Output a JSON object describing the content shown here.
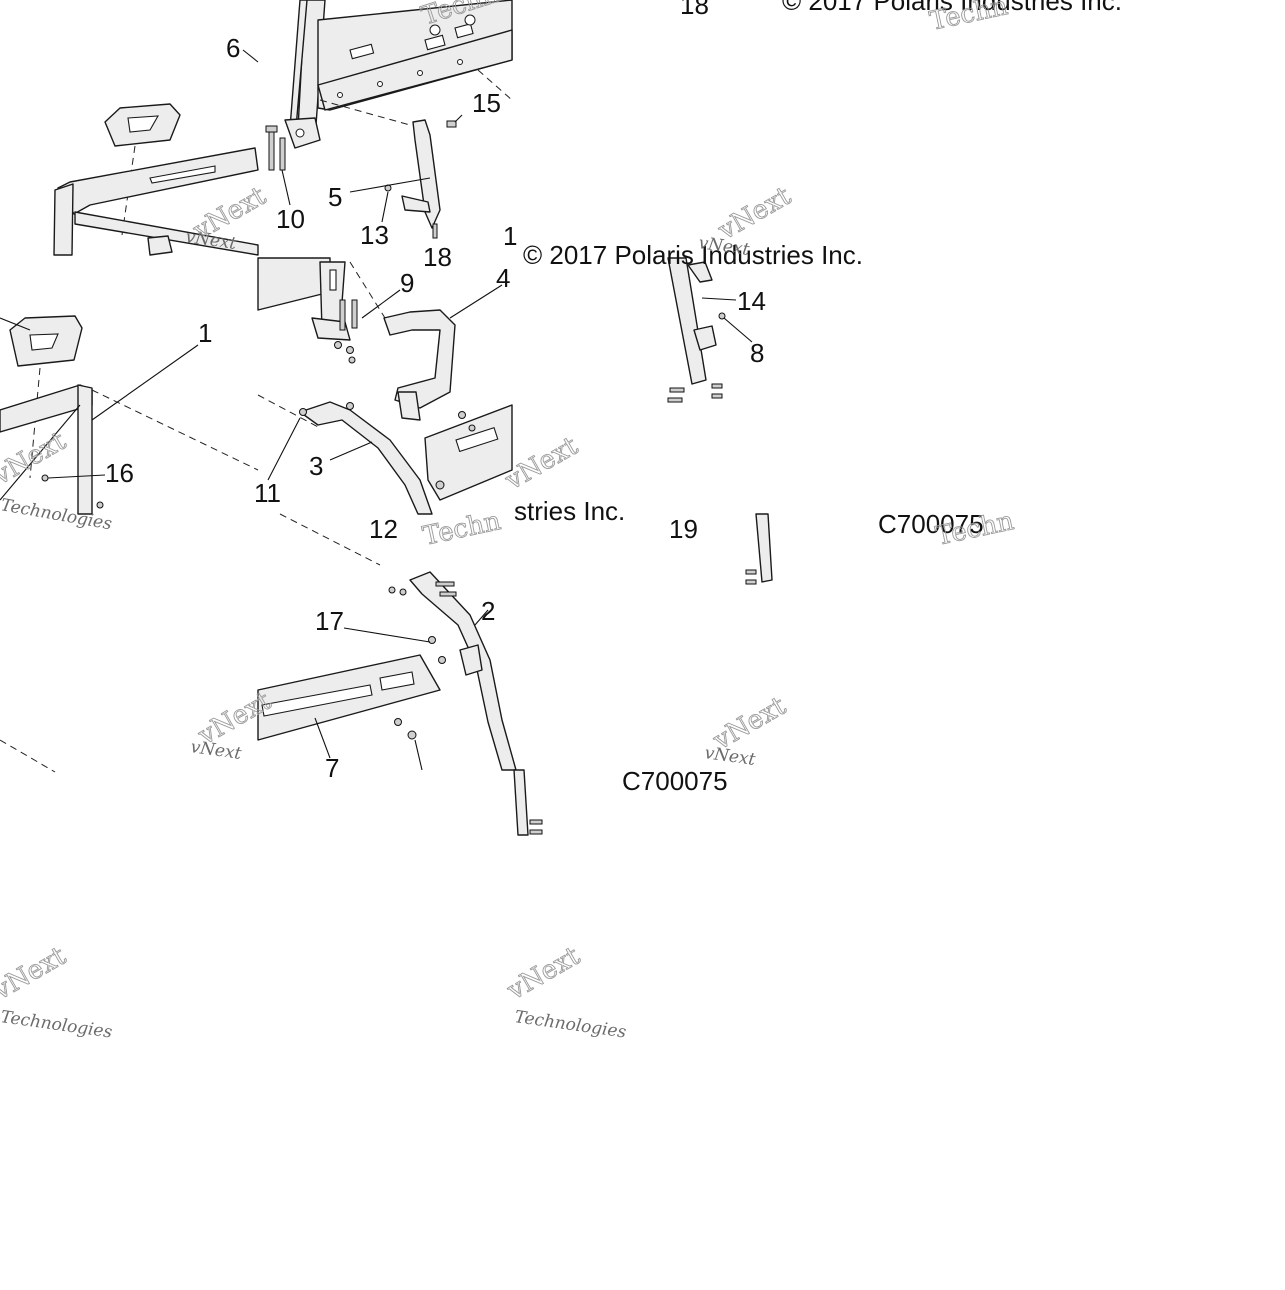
{
  "callouts": [
    "1",
    "2",
    "3",
    "4",
    "5",
    "6",
    "7",
    "8",
    "9",
    "10",
    "11",
    "12",
    "13",
    "14",
    "15",
    "16",
    "17",
    "18",
    "19"
  ],
  "labels": {
    "n6": "6",
    "n15": "15",
    "n5": "5",
    "n10": "10",
    "n13": "13",
    "n18a": "18",
    "n1a": "1",
    "n18top": "18",
    "n9": "9",
    "n4": "4",
    "n14": "14",
    "n8": "8",
    "n1b": "1",
    "n3": "3",
    "n16": "16",
    "n11": "11",
    "n12": "12",
    "n19": "19",
    "n2": "2",
    "n17": "17",
    "n7": "7"
  },
  "copyright": {
    "top_right": "© 2017 Polaris Industries Inc.",
    "middle": "© 2017 Polaris Industries Inc.",
    "partial": "stries Inc."
  },
  "diagram_code": "C700075",
  "diagram_code_partial": "C700075",
  "watermark": {
    "line1": "vNext",
    "line2": "Technologies",
    "big": "Techn"
  }
}
